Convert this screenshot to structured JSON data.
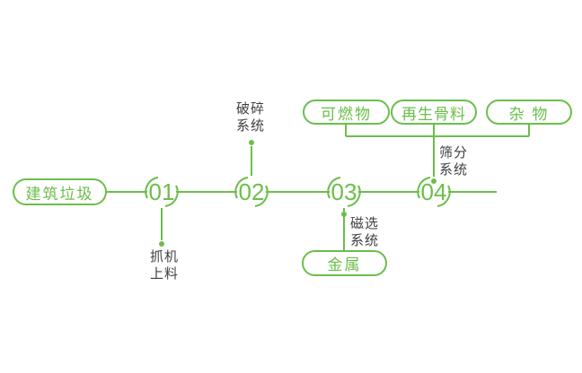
{
  "colors": {
    "accent": "#6cbe4b",
    "label_text": "#3f3f3f",
    "background": "#ffffff"
  },
  "diagram": {
    "source": {
      "label": "建筑垃圾"
    },
    "stages": [
      {
        "number": "01",
        "label": {
          "line1": "抓机",
          "line2": "上料"
        }
      },
      {
        "number": "02",
        "label": {
          "line1": "破碎",
          "line2": "系统"
        }
      },
      {
        "number": "03",
        "label": {
          "line1": "磁选",
          "line2": "系统"
        }
      },
      {
        "number": "04",
        "label": {
          "line1": "筛分",
          "line2": "系统"
        }
      }
    ],
    "outputs": {
      "metal": {
        "label": "金属"
      },
      "combustibles": {
        "label": "可燃物"
      },
      "recycled_aggregate": {
        "label": "再生骨料"
      },
      "misc": {
        "label": "杂 物"
      }
    }
  }
}
